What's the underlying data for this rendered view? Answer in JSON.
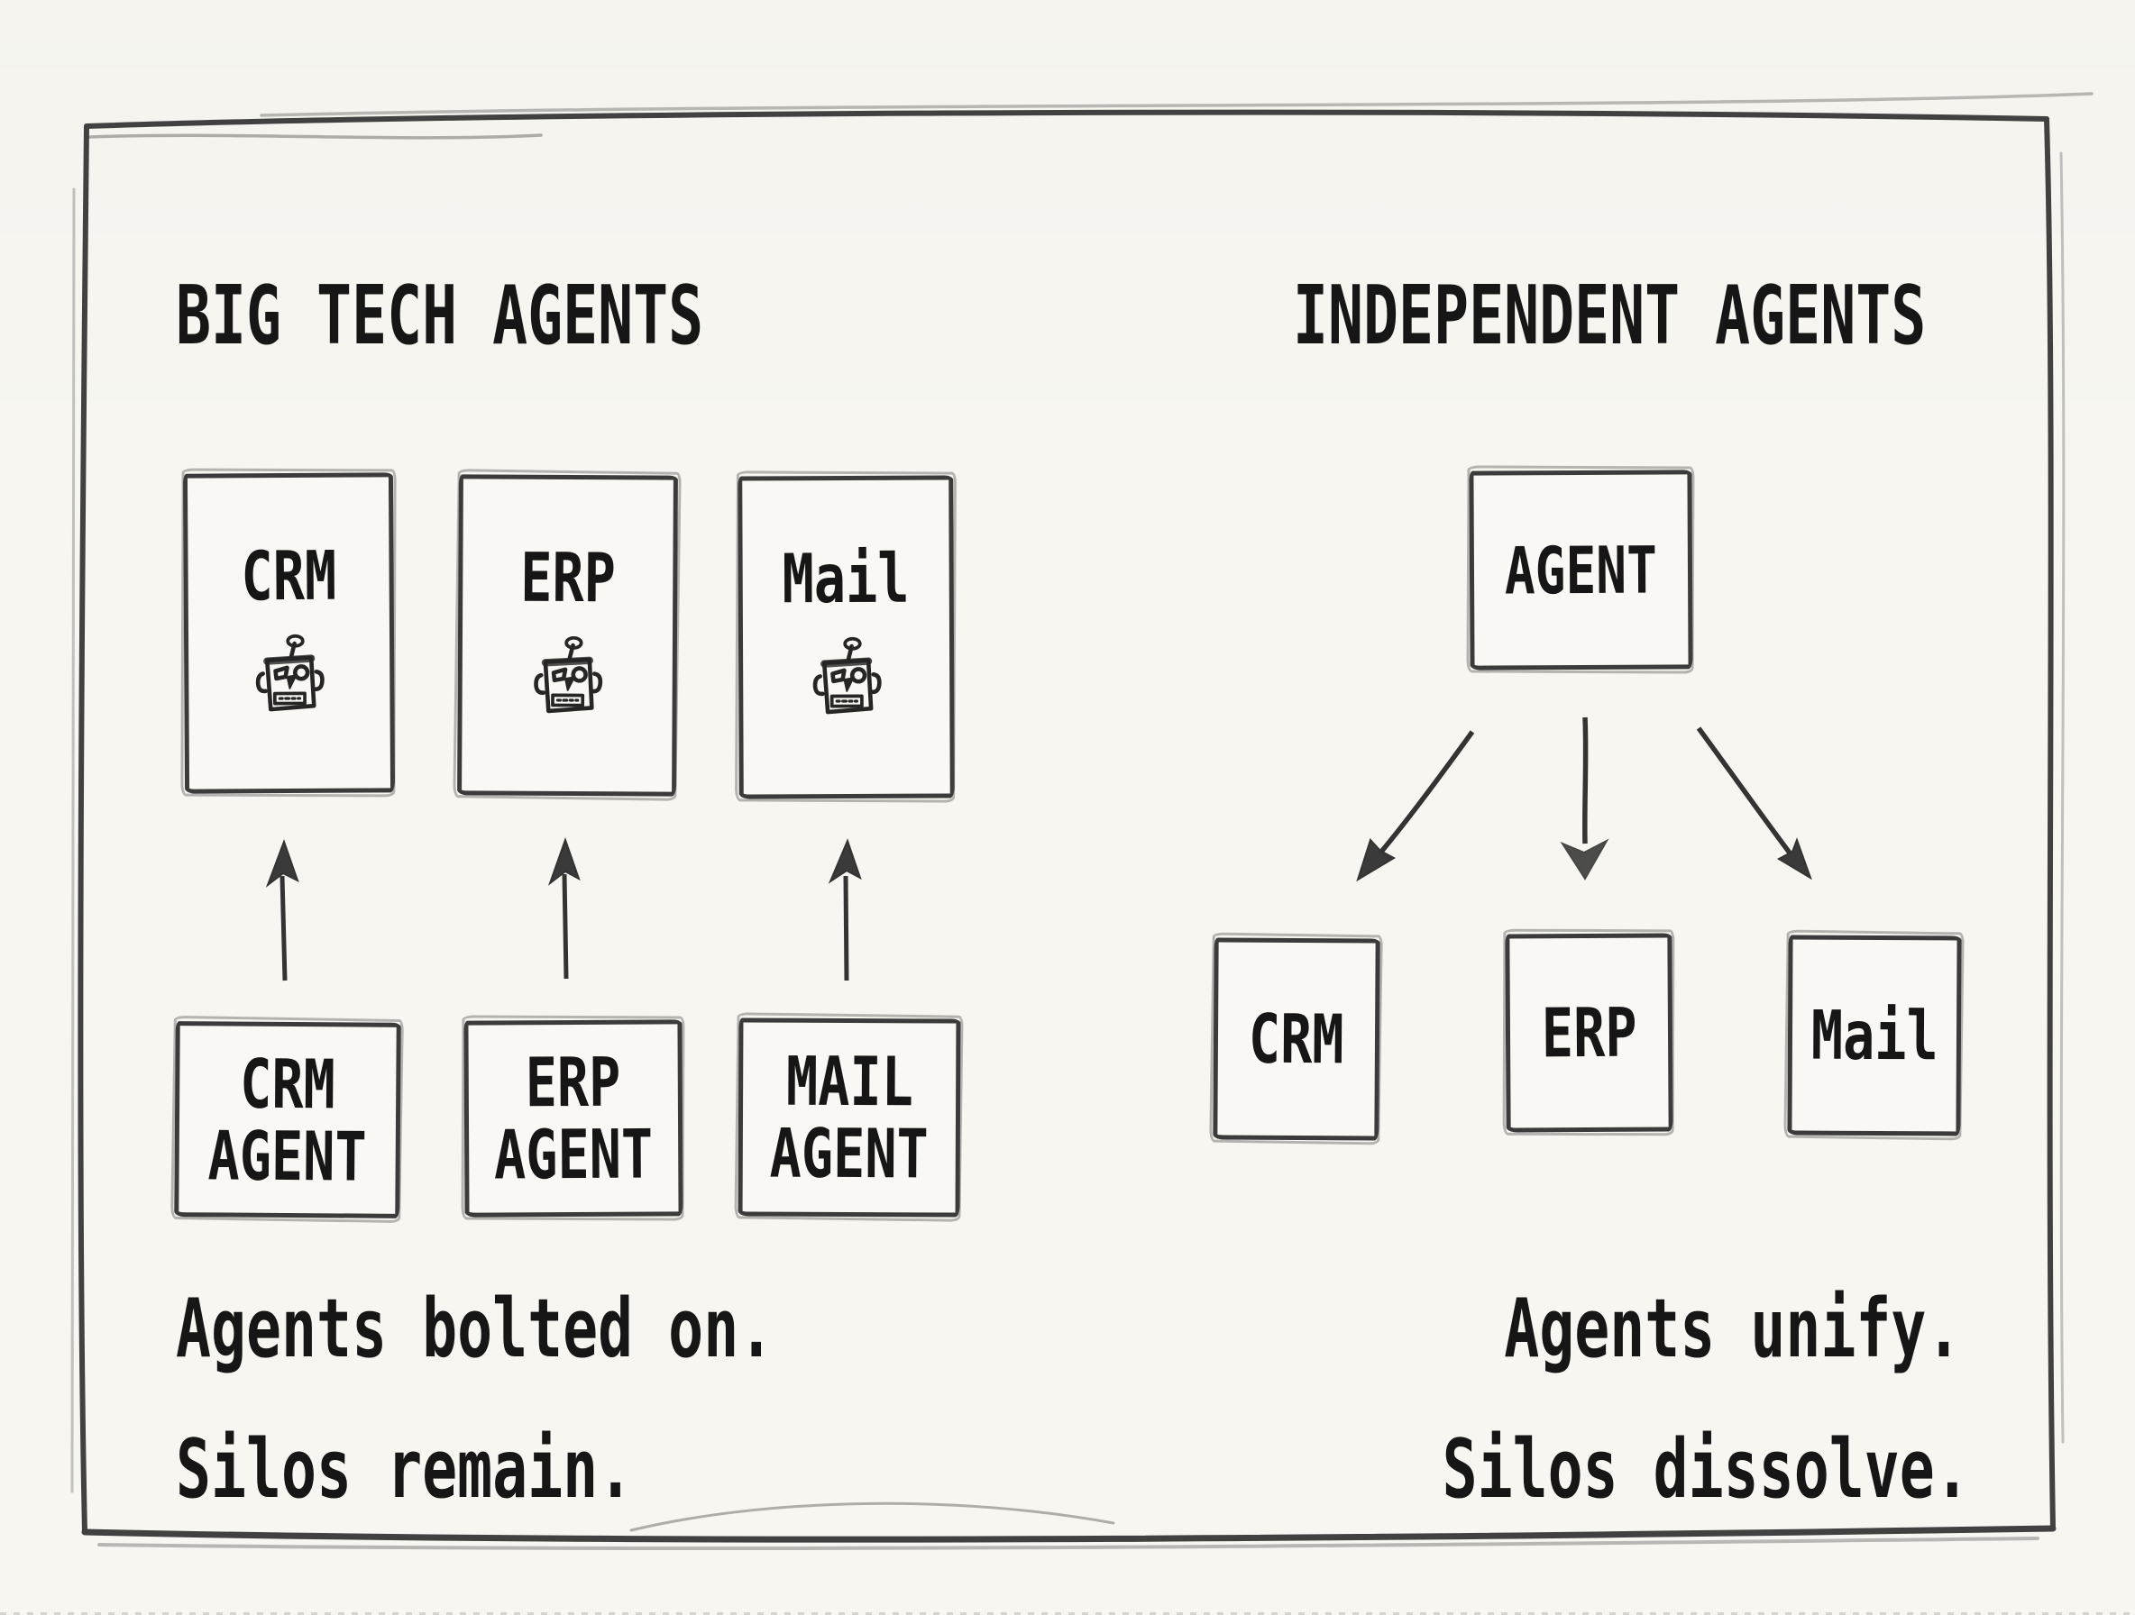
{
  "colors": {
    "background": "#f7f6f1",
    "ink": "#3b3b3b",
    "text": "#161616"
  },
  "icons": {
    "system_box_icon": "robot-icon"
  },
  "left_panel": {
    "title": "BIG TECH AGENTS",
    "system_boxes": [
      {
        "label": "CRM"
      },
      {
        "label": "ERP"
      },
      {
        "label": "Mail"
      }
    ],
    "agent_boxes": [
      {
        "line1": "CRM",
        "line2": "AGENT"
      },
      {
        "line1": "ERP",
        "line2": "AGENT"
      },
      {
        "line1": "MAIL",
        "line2": "AGENT"
      }
    ],
    "caption": {
      "line1": "Agents bolted on.",
      "line2": "Silos remain."
    }
  },
  "right_panel": {
    "title": "INDEPENDENT AGENTS",
    "agent_box": {
      "label": "AGENT"
    },
    "system_boxes": [
      {
        "label": "CRM"
      },
      {
        "label": "ERP"
      },
      {
        "label": "Mail"
      }
    ],
    "caption": {
      "line1": "Agents unify.",
      "line2": "Silos dissolve."
    }
  }
}
